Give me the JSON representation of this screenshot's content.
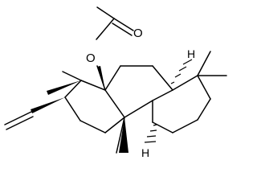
{
  "structure": {
    "atoms": {
      "oxygen_carbonyl": "O",
      "oxygen_ester": "O",
      "hydrogen_top": "H",
      "hydrogen_bottom": "H"
    }
  },
  "colors": {
    "bond": "#000000",
    "background": "#ffffff"
  }
}
